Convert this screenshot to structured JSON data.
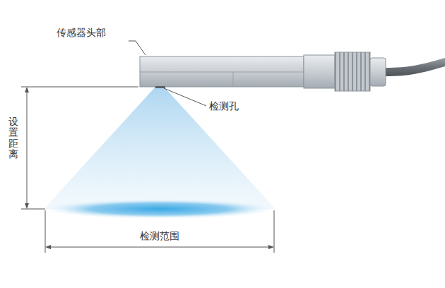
{
  "diagram": {
    "labels": [
      "传感器头部",
      "检测孔",
      "设置距离",
      "检测范围"
    ]
  }
}
